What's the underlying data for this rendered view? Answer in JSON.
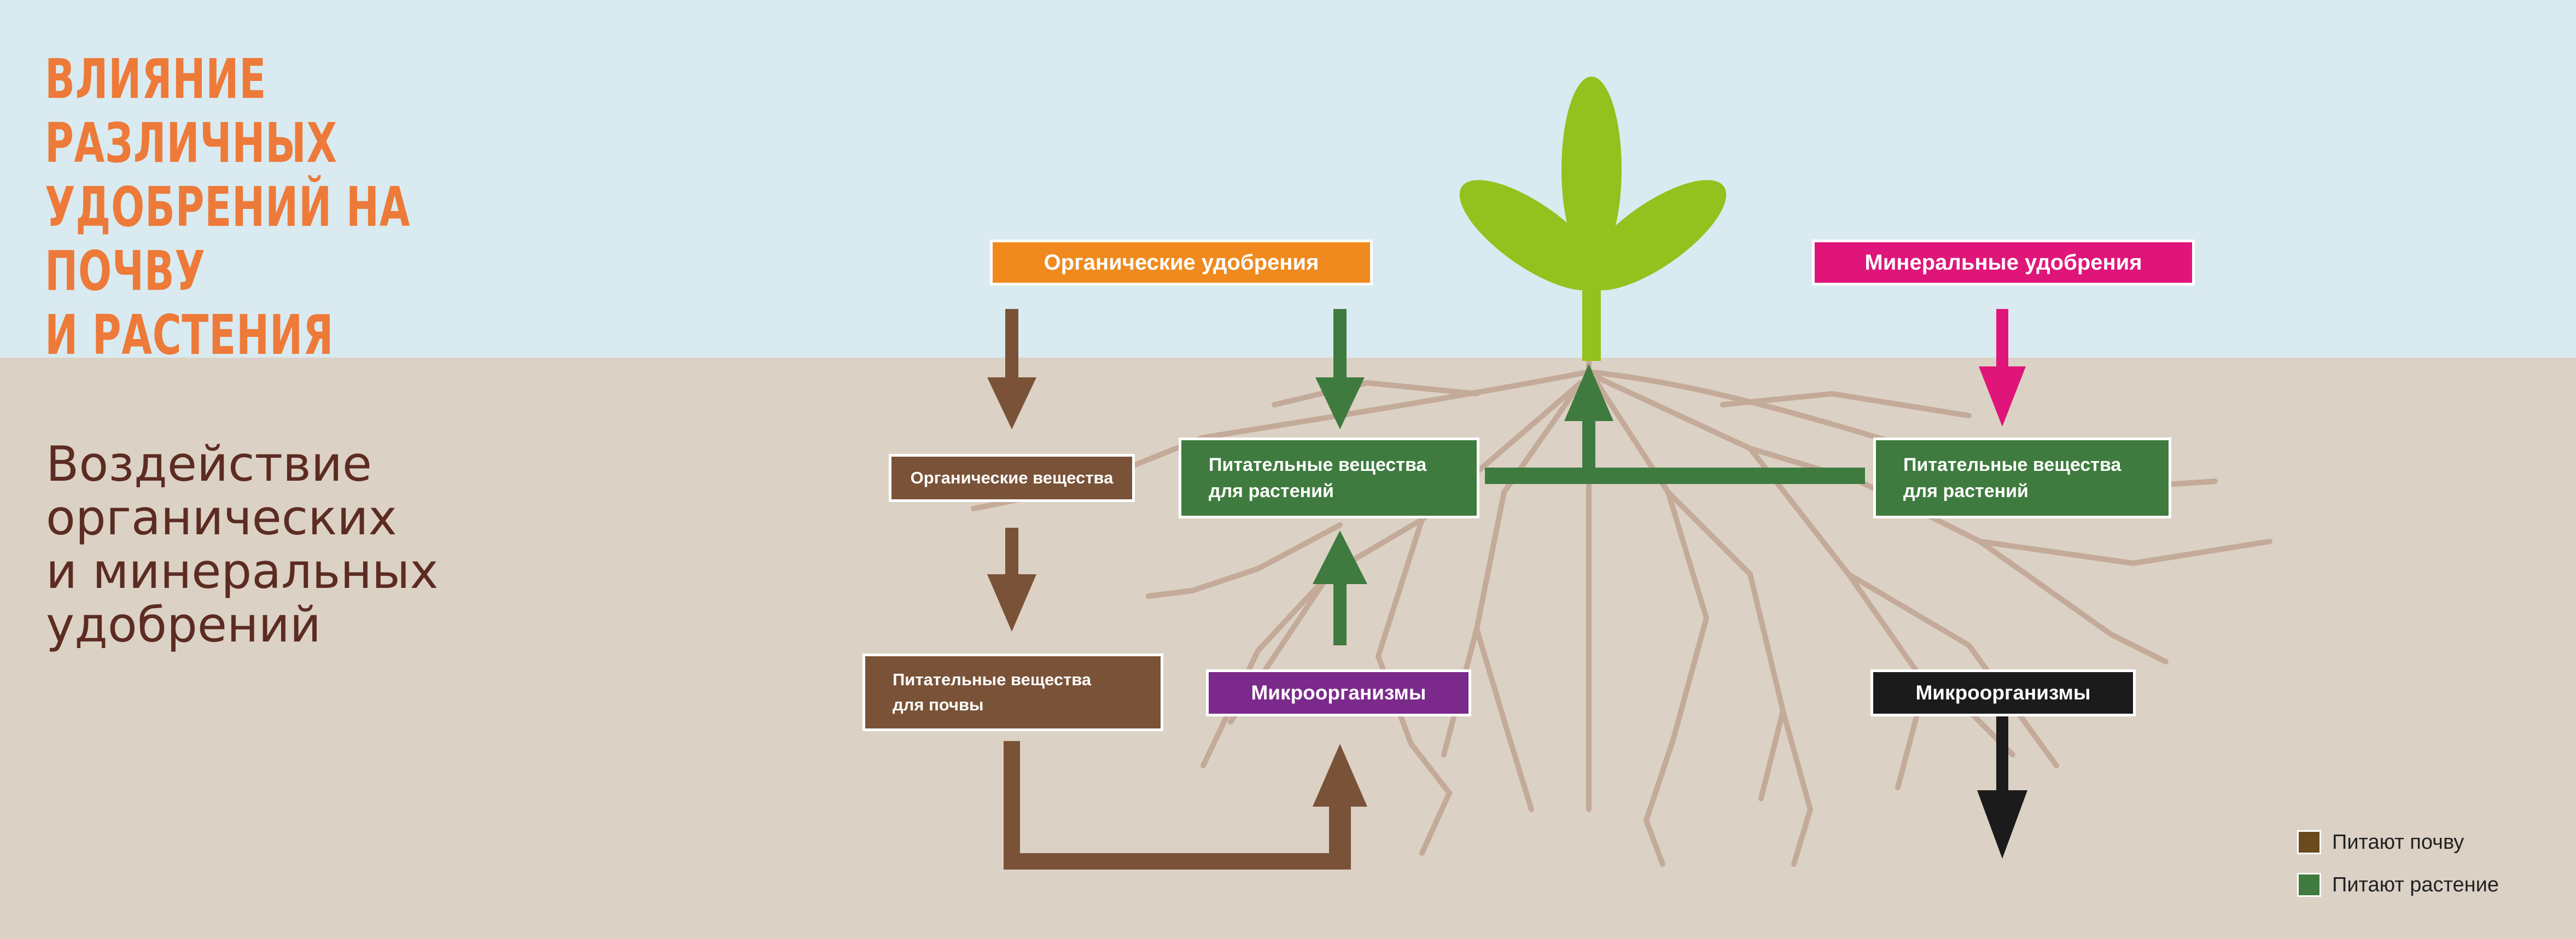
{
  "header": {
    "title_lines": [
      "ВЛИЯНИЕ РАЗЛИЧНЫХ",
      "УДОБРЕНИЙ НА ПОЧВУ",
      "И РАСТЕНИЯ"
    ]
  },
  "subtitle_lines": [
    "Воздействие",
    "органических",
    "и минеральных",
    "удобрений"
  ],
  "boxes": {
    "organic_fertilizers": "Органические удобрения",
    "mineral_fertilizers": "Минеральные удобрения",
    "organic_matter": "Органические вещества",
    "plant_nutrients_organic": [
      "Питательные вещества",
      "для растений"
    ],
    "plant_nutrients_mineral": [
      "Питательные вещества",
      "для растений"
    ],
    "soil_nutrients": [
      "Питательные вещества",
      "для почвы"
    ],
    "microorganisms_organic": "Микроорганизмы",
    "microorganisms_mineral": "Микроорганизмы"
  },
  "legend": {
    "items": [
      {
        "label": "Питают почву",
        "color": "#6b4a1f"
      },
      {
        "label": "Питают растение",
        "color": "#3f7a3e"
      }
    ]
  },
  "colors": {
    "sky": "#d9ebf1",
    "soil": "#dcd1c5",
    "title": "#ee7a3a",
    "subtitle": "#5c2b21",
    "organic_box": "#f08a1e",
    "mineral_box": "#e0157a",
    "brown": "#7a5238",
    "green": "#3f7a3e",
    "purple": "#7b2a8c",
    "black": "#1b1b1b",
    "leaf": "#95c11f",
    "root": "#c4aa98"
  }
}
